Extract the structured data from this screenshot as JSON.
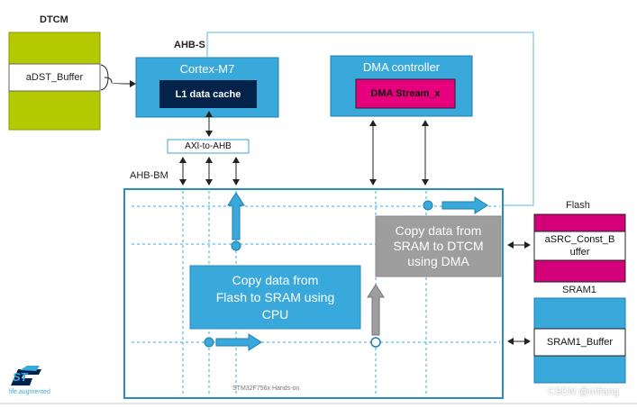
{
  "dtcm": {
    "title": "DTCM",
    "buffer": "aDST_Buffer"
  },
  "ahb_s": "AHB-S",
  "cortex": {
    "title": "Cortex-M7",
    "cache": "L1 data cache"
  },
  "dma": {
    "title": "DMA controller",
    "stream": "DMA Stream_x"
  },
  "axi_to_ahb": "AXI-to-AHB",
  "ahb_bm": "AHB-BM",
  "flash": {
    "title": "Flash",
    "buffer_line1": "aSRC_Const_B",
    "buffer_line2": "uffer"
  },
  "sram1": {
    "title": "SRAM1",
    "buffer": "SRAM1_Buffer"
  },
  "callout_dma": {
    "line1": "Copy data from",
    "line2": "SRAM to DTCM",
    "line3": "using DMA"
  },
  "callout_cpu": {
    "line1": "Copy data from",
    "line2": "Flash to SRAM using",
    "line3": "CPU"
  },
  "footer": "STM32F756x Hands-on",
  "logo_tagline": "life.augmented",
  "watermark": "CSDN @mftang",
  "colors": {
    "dtcm": "#b5c900",
    "cortex": "#39a9dc",
    "cache": "#03234b",
    "stream": "#e6007e",
    "flash": "#d4007a",
    "sram": "#39a9dc",
    "callout_gray": "#9e9e9e",
    "bus": "#2a8cba"
  }
}
